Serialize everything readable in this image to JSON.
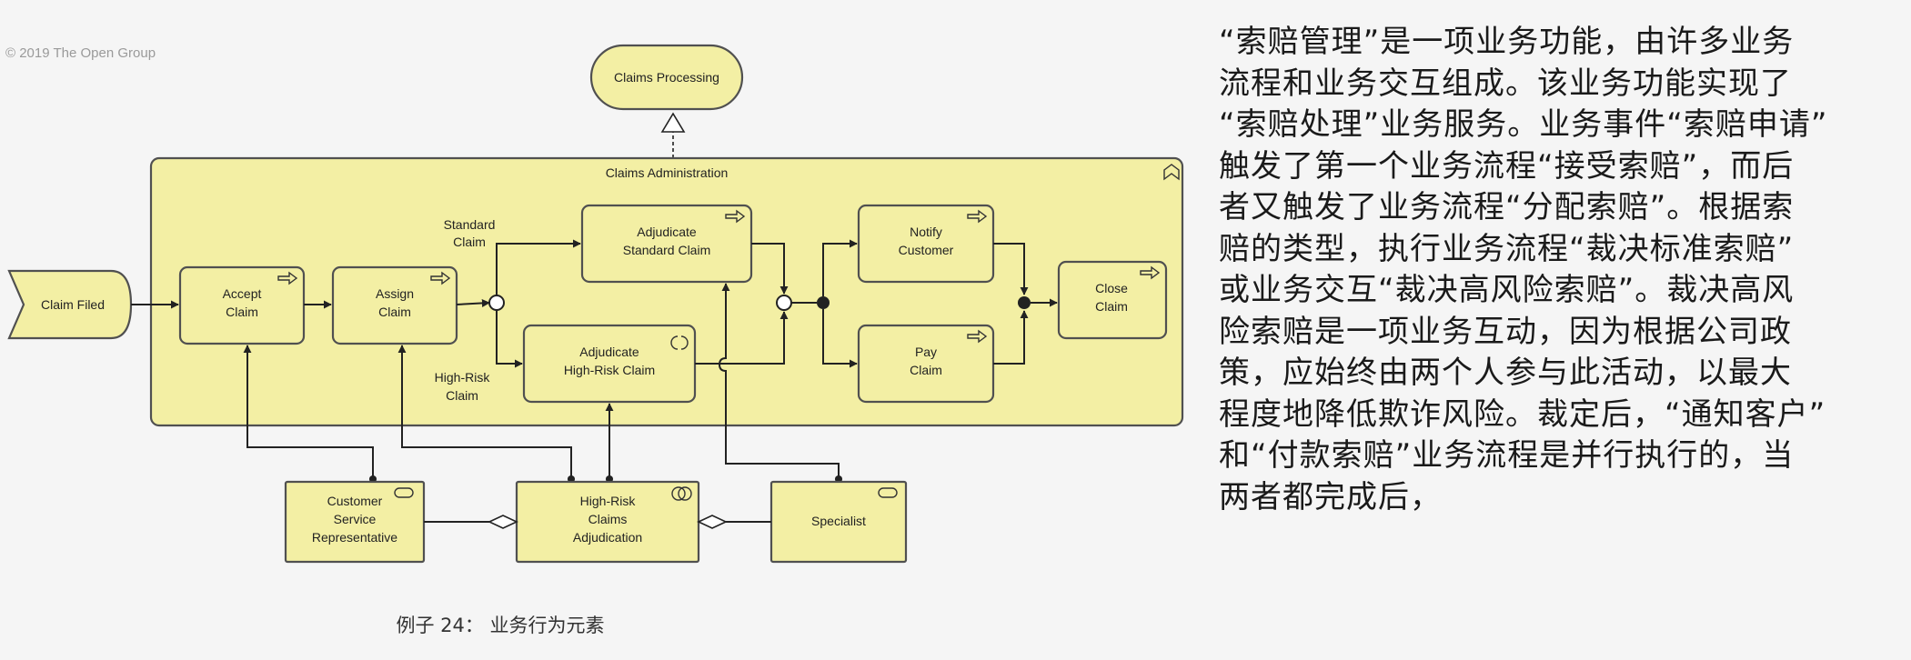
{
  "copyright": "© 2019 The Open Group",
  "diagram": {
    "service": "Claims Processing",
    "function": "Claims Administration",
    "event": "Claim Filed",
    "processes": {
      "accept": [
        "Accept",
        "Claim"
      ],
      "assign": [
        "Assign",
        "Claim"
      ],
      "adjudicate_standard": [
        "Adjudicate",
        "Standard Claim"
      ],
      "adjudicate_highrisk": [
        "Adjudicate",
        "High-Risk Claim"
      ],
      "notify": [
        "Notify",
        "Customer"
      ],
      "pay": [
        "Pay",
        "Claim"
      ],
      "close": [
        "Close",
        "Claim"
      ]
    },
    "branch_labels": {
      "standard": [
        "Standard",
        "Claim"
      ],
      "highrisk": [
        "High-Risk",
        "Claim"
      ]
    },
    "actors": {
      "csr": [
        "Customer",
        "Service",
        "Representative"
      ],
      "collab": [
        "High-Risk",
        "Claims",
        "Adjudication"
      ],
      "specialist": "Specialist"
    }
  },
  "caption": "例子 24： 业务行为元素",
  "description": [
    "“索赔管理”是一项业务功能，由许多业务",
    "流程和业务交互组成。该业务功能实现了",
    "“索赔处理”业务服务。业务事件“索赔申请”",
    "触发了第一个业务流程“接受索赔”，而后",
    "者又触发了业务流程“分配索赔”。根据索",
    "赔的类型，执行业务流程“裁决标准索赔”",
    "或业务交互“裁决高风险索赔”。裁决高风",
    "险索赔是一项业务互动，因为根据公司政",
    "策，应始终由两个人参与此活动，以最大",
    "程度地降低欺诈风险。裁定后，“通知客户”",
    "和“付款索赔”业务流程是并行执行的，当",
    "两者都完成后，"
  ]
}
